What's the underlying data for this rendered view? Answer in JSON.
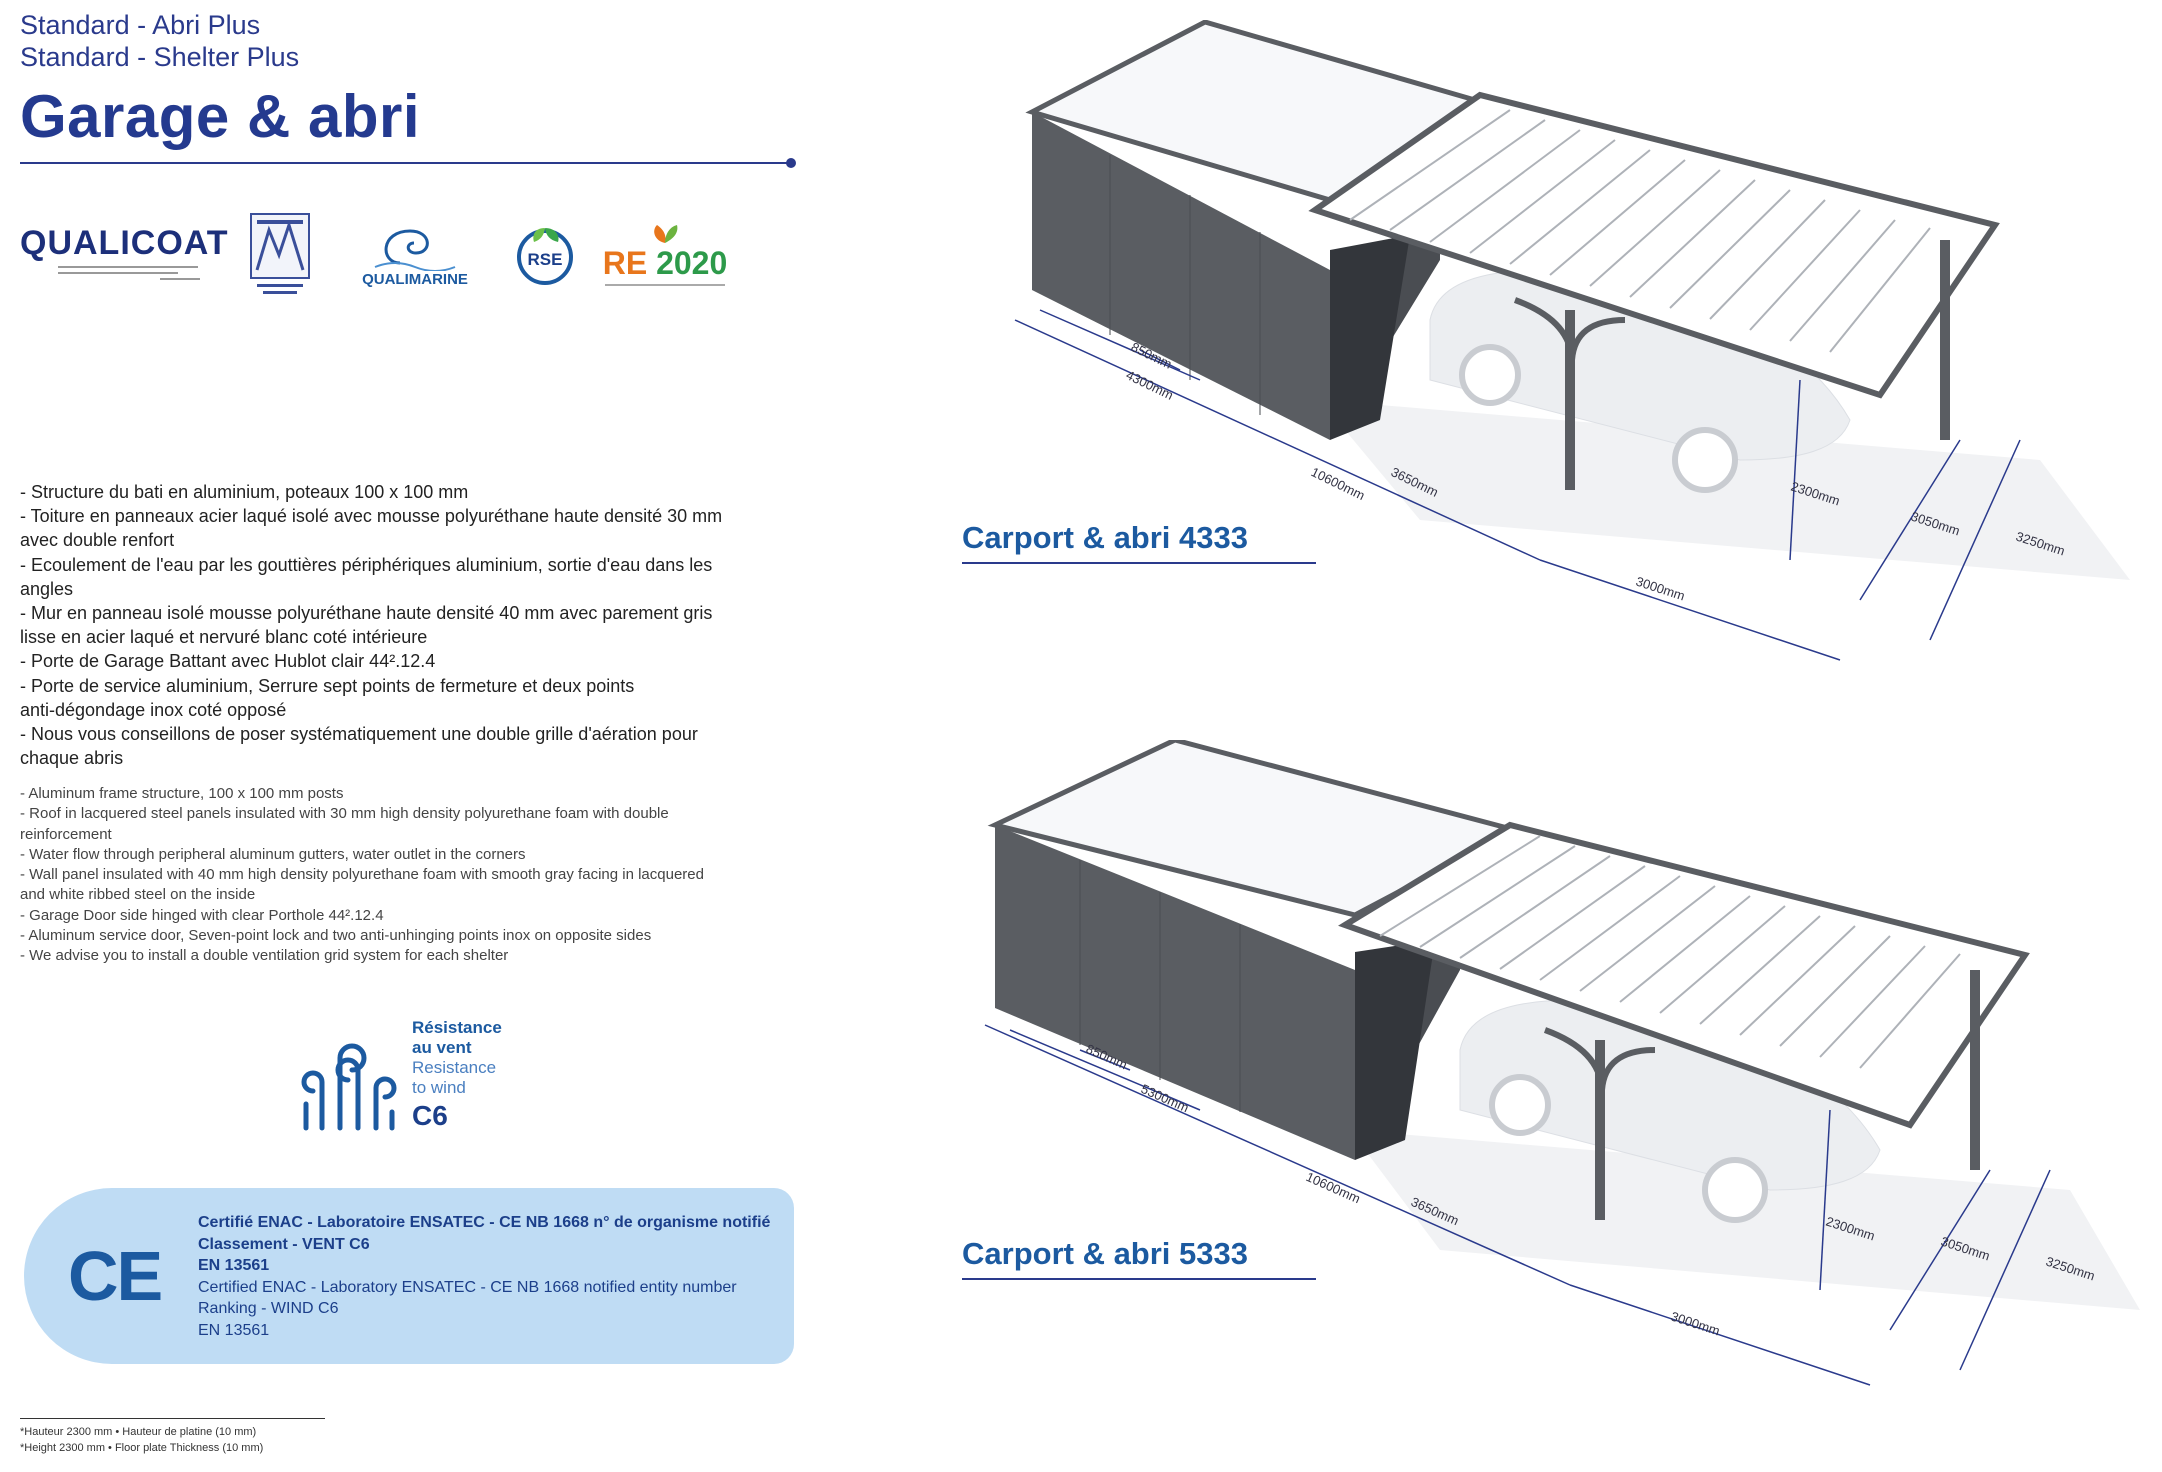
{
  "header": {
    "subtitle_fr": "Standard - Abri Plus",
    "subtitle_en": "Standard - Shelter Plus",
    "title": "Garage & abri"
  },
  "logos": {
    "qualicoat": "QUALICOAT",
    "qualimarine": "QUALIMARINE",
    "rse": "RSE",
    "re2020_prefix": "RE",
    "re2020_year": "2020"
  },
  "specs_fr": [
    "- Structure du bati en aluminium, poteaux 100 x 100 mm",
    "- Toiture en panneaux acier laqué isolé avec mousse polyuréthane haute densité 30 mm",
    "avec double renfort",
    "- Ecoulement de l'eau par les gouttières périphériques aluminium, sortie d'eau dans les",
    "angles",
    "- Mur en panneau isolé mousse polyuréthane haute densité 40 mm avec parement gris",
    "lisse en acier laqué et nervuré blanc coté intérieure",
    "- Porte de Garage Battant avec Hublot clair 44².12.4",
    "- Porte de service aluminium, Serrure sept points de fermeture et deux points",
    "anti-dégondage inox coté opposé",
    "- Nous vous conseillons de poser systématiquement une double grille d'aération pour",
    "chaque abris"
  ],
  "specs_en": [
    "- Aluminum frame structure, 100 x 100 mm posts",
    "- Roof in lacquered steel panels insulated with 30 mm high density polyurethane foam with double",
    "reinforcement",
    "- Water flow through peripheral aluminum gutters, water outlet in the corners",
    "- Wall panel insulated with 40 mm high density polyurethane foam with smooth gray facing in lacquered",
    "and white ribbed steel on the inside",
    "- Garage Door side hinged with clear Porthole 44².12.4",
    "- Aluminum service door, Seven-point lock and two anti-unhinging points inox on opposite sides",
    "- We advise you to install a double ventilation grid system for each shelter"
  ],
  "wind": {
    "fr_line1": "Résistance",
    "fr_line2": "au vent",
    "en_line1": "Resistance",
    "en_line2": "to wind",
    "class": "C6"
  },
  "certification": {
    "logo": "CE",
    "lines": [
      "Certifié ENAC - Laboratoire ENSATEC - CE NB 1668 n° de organisme notifié",
      "Classement - VENT C6",
      "EN 13561",
      "Certified ENAC - Laboratory ENSATEC - CE NB 1668 notified entity number",
      "Ranking - WIND C6",
      "EN 13561"
    ]
  },
  "footnote": {
    "line1": "*Hauteur 2300 mm • Hauteur de platine (10 mm)",
    "line2": "*Height 2300 mm • Floor plate Thickness (10 mm)"
  },
  "products": [
    {
      "caption": "Carport & abri 4333",
      "dimensions": [
        "850mm",
        "4300mm",
        "10600mm",
        "3650mm",
        "3000mm",
        "2300mm",
        "3050mm",
        "3250mm"
      ]
    },
    {
      "caption": "Carport & abri 5333",
      "dimensions": [
        "850mm",
        "5300mm",
        "10600mm",
        "3650mm",
        "3000mm",
        "2300mm",
        "3050mm",
        "3250mm"
      ]
    }
  ],
  "colors": {
    "brand_navy": "#243a8f",
    "accent_blue": "#1c5aa0",
    "ce_panel": "#bfdcf4",
    "structure_gray": "#5a5d62"
  }
}
